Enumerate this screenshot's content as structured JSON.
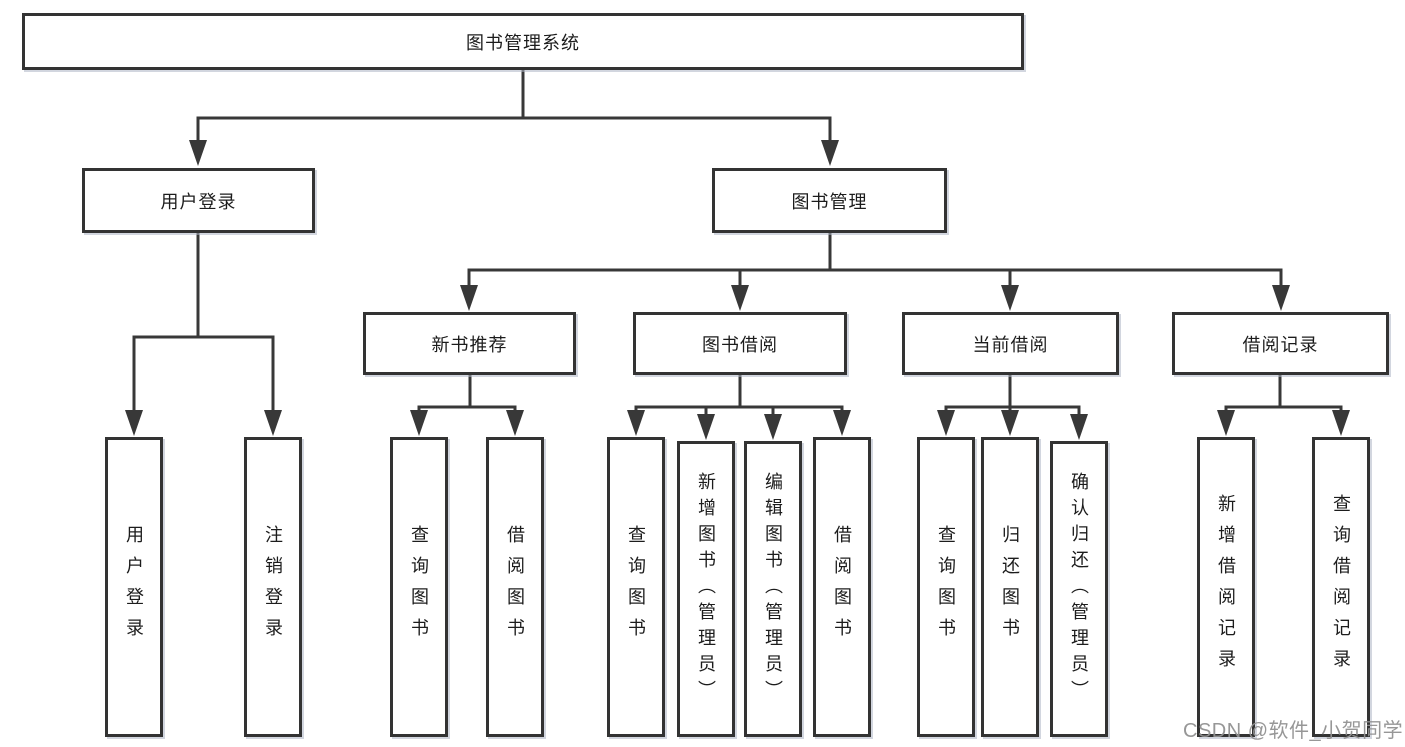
{
  "tree": {
    "label": "图书管理系统",
    "children": [
      {
        "label": "用户登录",
        "children": [
          {
            "label": "用户登录"
          },
          {
            "label": "注销登录"
          }
        ]
      },
      {
        "label": "图书管理",
        "children": [
          {
            "label": "新书推荐",
            "children": [
              {
                "label": "查询图书"
              },
              {
                "label": "借阅图书"
              }
            ]
          },
          {
            "label": "图书借阅",
            "children": [
              {
                "label": "查询图书"
              },
              {
                "label": "新增图书（管理员）"
              },
              {
                "label": "编辑图书（管理员）"
              },
              {
                "label": "借阅图书"
              }
            ]
          },
          {
            "label": "当前借阅",
            "children": [
              {
                "label": "查询图书"
              },
              {
                "label": "归还图书"
              },
              {
                "label": "确认归还（管理员）"
              }
            ]
          },
          {
            "label": "借阅记录",
            "children": [
              {
                "label": "新增借阅记录"
              },
              {
                "label": "查询借阅记录"
              }
            ]
          }
        ]
      }
    ]
  },
  "watermark": {
    "text": "CSDN @软件_小贺同学"
  },
  "colors": {
    "background": "#ffffff",
    "box_background": "#ffffff",
    "box_border": "#333333",
    "connector_line": "#383838",
    "text": "#1c1c1c",
    "watermark": "#919191"
  }
}
